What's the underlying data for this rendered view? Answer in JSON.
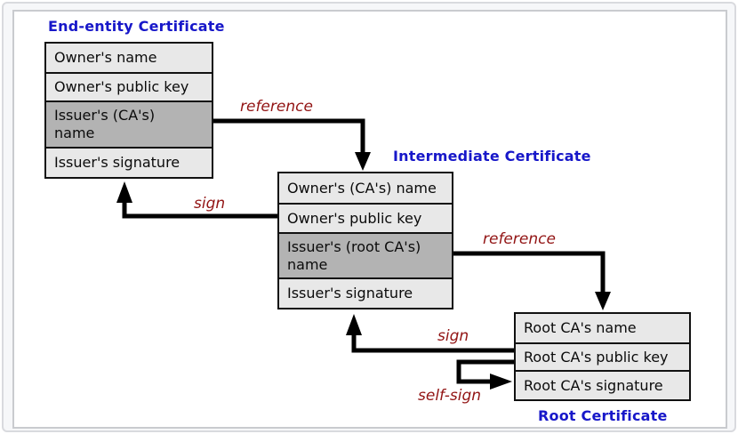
{
  "colors": {
    "title_blue": "#1717c9",
    "label_red": "#921414",
    "row_light": "#e8e8e8",
    "row_dark": "#b3b3b3",
    "box_border": "#111111"
  },
  "certificates": [
    {
      "id": "end-entity",
      "title": "End-entity Certificate",
      "rows": [
        {
          "label": "Owner's name",
          "highlight": false
        },
        {
          "label": "Owner's public key",
          "highlight": false
        },
        {
          "label": "Issuer's (CA's) name",
          "highlight": true
        },
        {
          "label": "Issuer's signature",
          "highlight": false
        }
      ]
    },
    {
      "id": "intermediate",
      "title": "Intermediate Certificate",
      "rows": [
        {
          "label": "Owner's (CA's) name",
          "highlight": false
        },
        {
          "label": "Owner's public key",
          "highlight": false
        },
        {
          "label": "Issuer's (root CA's) name",
          "highlight": true
        },
        {
          "label": "Issuer's signature",
          "highlight": false
        }
      ]
    },
    {
      "id": "root",
      "title": "Root Certificate",
      "rows": [
        {
          "label": "Root CA's name",
          "highlight": false
        },
        {
          "label": "Root CA's public key",
          "highlight": false
        },
        {
          "label": "Root CA's signature",
          "highlight": false
        }
      ]
    }
  ],
  "arrows": [
    {
      "id": "reference-1",
      "label": "reference",
      "from": "end-entity issuer name",
      "to": "intermediate certificate"
    },
    {
      "id": "sign-1",
      "label": "sign",
      "from": "intermediate owner public key",
      "to": "end-entity issuer signature"
    },
    {
      "id": "reference-2",
      "label": "reference",
      "from": "intermediate issuer name",
      "to": "root certificate"
    },
    {
      "id": "sign-2",
      "label": "sign",
      "from": "root CA public key",
      "to": "intermediate issuer signature"
    },
    {
      "id": "self-sign",
      "label": "self-sign",
      "from": "root CA public key",
      "to": "root CA signature"
    }
  ]
}
